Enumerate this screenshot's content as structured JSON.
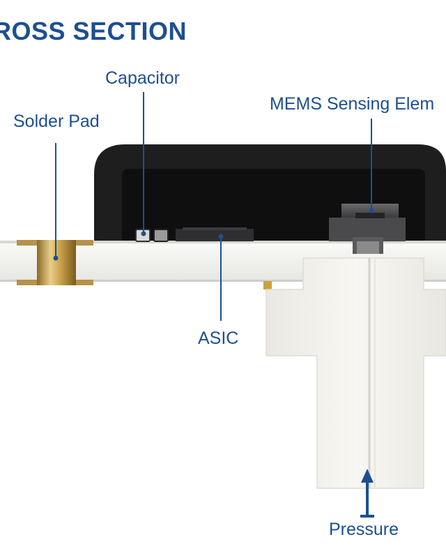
{
  "title": "ROSS SECTION",
  "labels": {
    "capacitor": "Capacitor",
    "solder_pad": "Solder Pad",
    "mems": "MEMS Sensing Elem",
    "asic": "ASIC",
    "pressure": "Pressure"
  },
  "colors": {
    "accent": "#1d4f91",
    "housing": "#1e1e1f",
    "cavity": "#0f0f10",
    "substrate": "#f3f3f1",
    "solder": "#c9a24a",
    "port": "#f4f3ee"
  }
}
